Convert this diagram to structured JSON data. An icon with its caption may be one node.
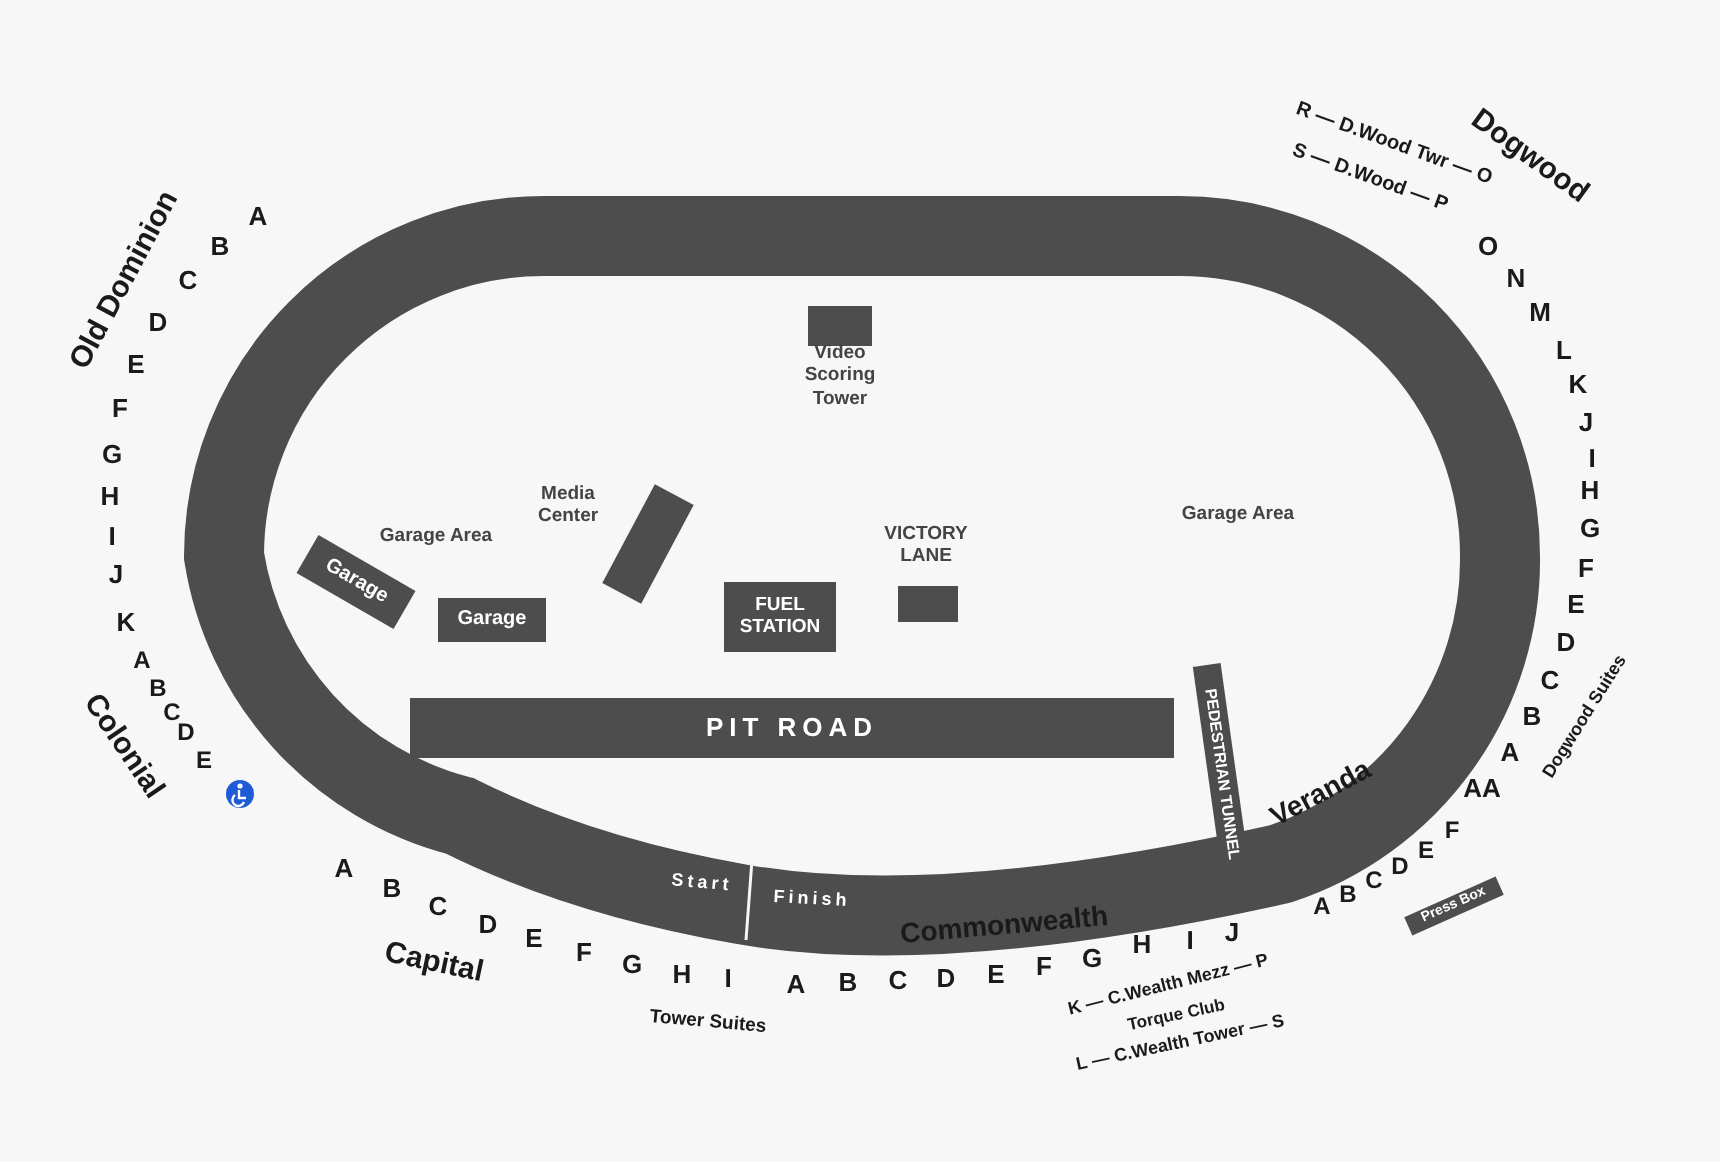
{
  "diagram": {
    "nodes": [
      {
        "text": [
          "Garage"
        ]
      },
      {
        "text": [
          "Garage"
        ]
      },
      {
        "text": [],
        "shape": "box",
        "beside": [
          "Media Center"
        ]
      },
      {
        "text": [],
        "shape": "box",
        "beside": [
          "Video Scoring Tower"
        ]
      },
      {
        "text": [
          "FUEL STATION"
        ]
      },
      {
        "text": [],
        "shape": "box",
        "beside": [
          "VICTORY LANE"
        ]
      },
      {
        "text": [
          "PIT ROAD"
        ]
      },
      {
        "text": [
          "PEDESTRIAN TUNNEL"
        ]
      },
      {
        "text": [
          "Press Box"
        ]
      }
    ],
    "labels": [
      "A",
      "B",
      "Old Dominion",
      "C",
      "D",
      "E",
      "F",
      "G",
      "H",
      "I",
      "J",
      "K",
      "A",
      "B",
      "C",
      "D",
      "E",
      "Colonial",
      "R — D.Wood Twr — O",
      "Dogwood",
      "S — D.Wood — P",
      "O",
      "N",
      "M",
      "L",
      "K",
      "J",
      "I",
      "H",
      "G",
      "F",
      "E",
      "D",
      "C",
      "B",
      "A",
      "AA",
      "Dogwood Suites",
      "Garage Area",
      "Garage Area",
      "Veranda",
      "A",
      "B",
      "C",
      "D",
      "E",
      "F",
      "A",
      "B",
      "C",
      "D",
      "E",
      "F",
      "G",
      "H",
      "I",
      "Capital",
      "Start",
      "Finish",
      "Commonwealth",
      "A",
      "B",
      "C",
      "D",
      "E",
      "F",
      "G",
      "H",
      "I",
      "J",
      "Tower Suites",
      "K — C.Wealth Mezz — P",
      "Torque Club",
      "L — C.Wealth Tower — S"
    ]
  }
}
